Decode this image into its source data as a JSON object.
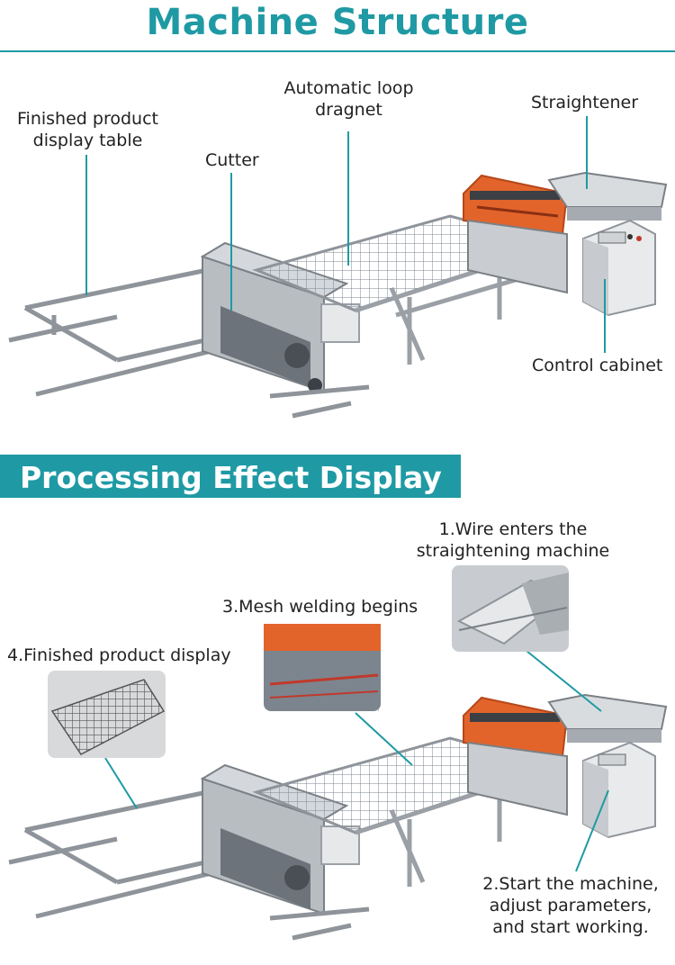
{
  "colors": {
    "accent": "#1f9aa4",
    "machine_orange": "#e2642b",
    "frame_gray": "#9aa0a6"
  },
  "header": {
    "title": "Machine Structure"
  },
  "structure_labels": {
    "finished_table_line1": "Finished product",
    "finished_table_line2": "display table",
    "cutter": "Cutter",
    "dragnet_line1": "Automatic loop",
    "dragnet_line2": "dragnet",
    "straightener": "Straightener",
    "control_cabinet": "Control cabinet"
  },
  "section": {
    "title": "Processing Effect Display"
  },
  "steps": {
    "step1_line1": "1.Wire enters the",
    "step1_line2": "straightening machine",
    "step2_line1": "2.Start the machine,",
    "step2_line2": "adjust parameters,",
    "step2_line3": "and start working.",
    "step3": "3.Mesh welding begins",
    "step4": "4.Finished product display"
  }
}
